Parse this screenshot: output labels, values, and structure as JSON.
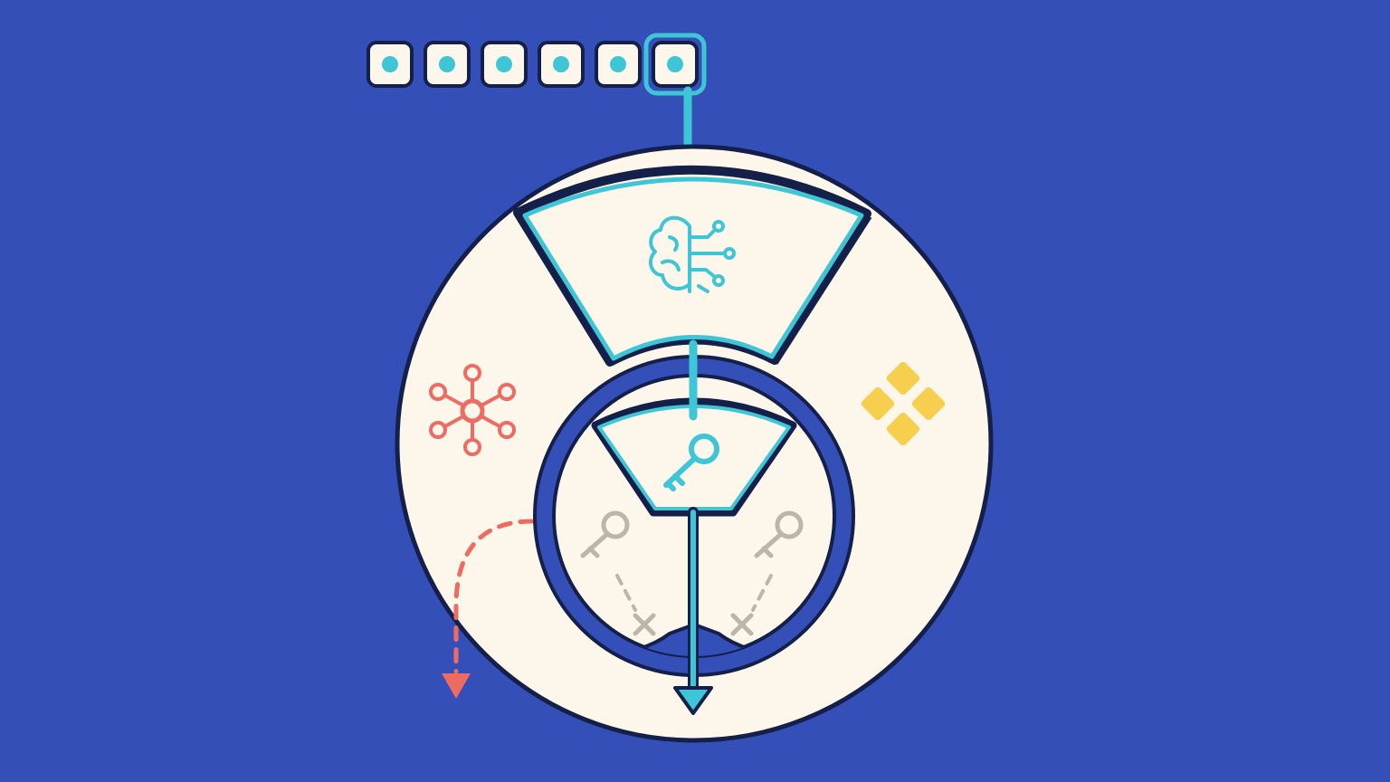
{
  "colors": {
    "background": "#3450b8",
    "cream": "#fdf6ea",
    "navy": "#14204a",
    "teal": "#3ec6d6",
    "coral": "#ee6b62",
    "yellow": "#f7cf4f",
    "gray": "#bcb6aa"
  },
  "token_row": {
    "count": 6,
    "highlighted_index": 5
  },
  "icons": {
    "top_segment": "brain-circuit-icon",
    "left_segment": "network-hub-icon",
    "right_segment": "diamond-grid-icon",
    "center": "key-icon",
    "rejected": [
      "key-icon-faded",
      "key-icon-faded"
    ]
  }
}
